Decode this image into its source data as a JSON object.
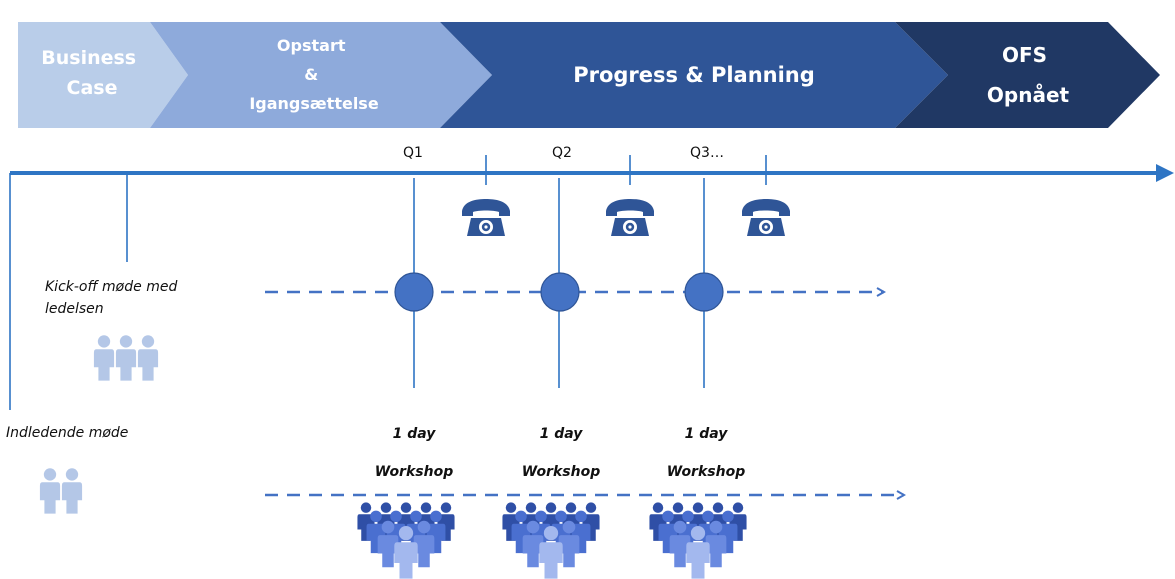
{
  "phases": [
    {
      "id": "business-case",
      "lines": [
        "Business",
        "Case"
      ],
      "color": "#b9cde9"
    },
    {
      "id": "opstart",
      "lines": [
        "Opstart",
        "&",
        "Igangsættelse"
      ],
      "color": "#8eaadb"
    },
    {
      "id": "progress-planning",
      "lines": [
        "Progress & Planning"
      ],
      "color": "#2f5597"
    },
    {
      "id": "ofs-opnaaet",
      "lines": [
        "OFS",
        "Opnået"
      ],
      "color": "#203864"
    }
  ],
  "timeline": {
    "color": "#2e75c4"
  },
  "quarters": [
    "Q1",
    "Q2",
    "Q3…"
  ],
  "notes": {
    "kickoff": [
      "Kick-off møde med",
      "ledelsen"
    ],
    "indledende": "Indledende møde"
  },
  "workshops": [
    {
      "duration": "1 day",
      "label": "Workshop"
    },
    {
      "duration": "1 day",
      "label": "Workshop"
    },
    {
      "duration": "1 day",
      "label": "Workshop"
    }
  ],
  "icons": {
    "phone": "telephone-icon",
    "people_small": "people-group-icon",
    "crowd": "crowd-icon"
  },
  "colors": {
    "node": "#4472c4",
    "phone": "#2f5597",
    "pale_people": "#b4c7e7",
    "crowd_dark": "#2f4fa6"
  }
}
